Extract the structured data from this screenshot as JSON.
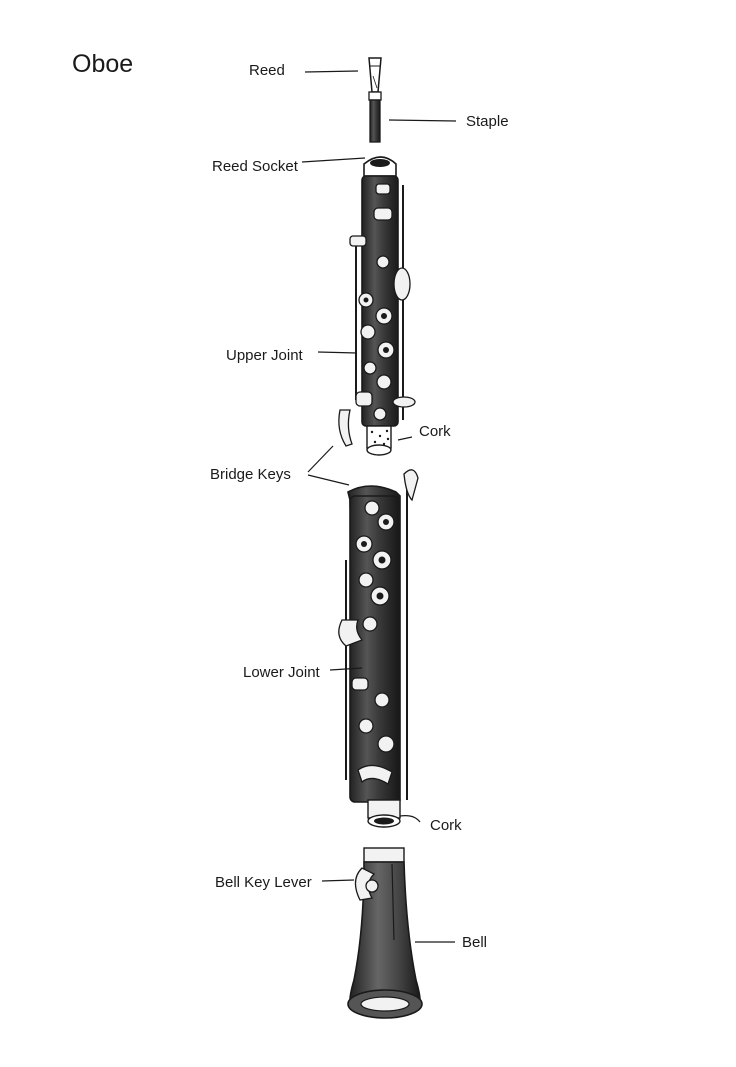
{
  "title": "Oboe",
  "labels": {
    "reed": "Reed",
    "staple": "Staple",
    "reed_socket": "Reed Socket",
    "upper_joint": "Upper Joint",
    "cork_upper": "Cork",
    "bridge_keys": "Bridge Keys",
    "lower_joint": "Lower Joint",
    "cork_lower": "Cork",
    "bell_key_lever": "Bell Key Lever",
    "bell": "Bell"
  },
  "colors": {
    "ink": "#1a1a1a",
    "body": "#3a3a3a",
    "metal": "#f2f2f2"
  }
}
